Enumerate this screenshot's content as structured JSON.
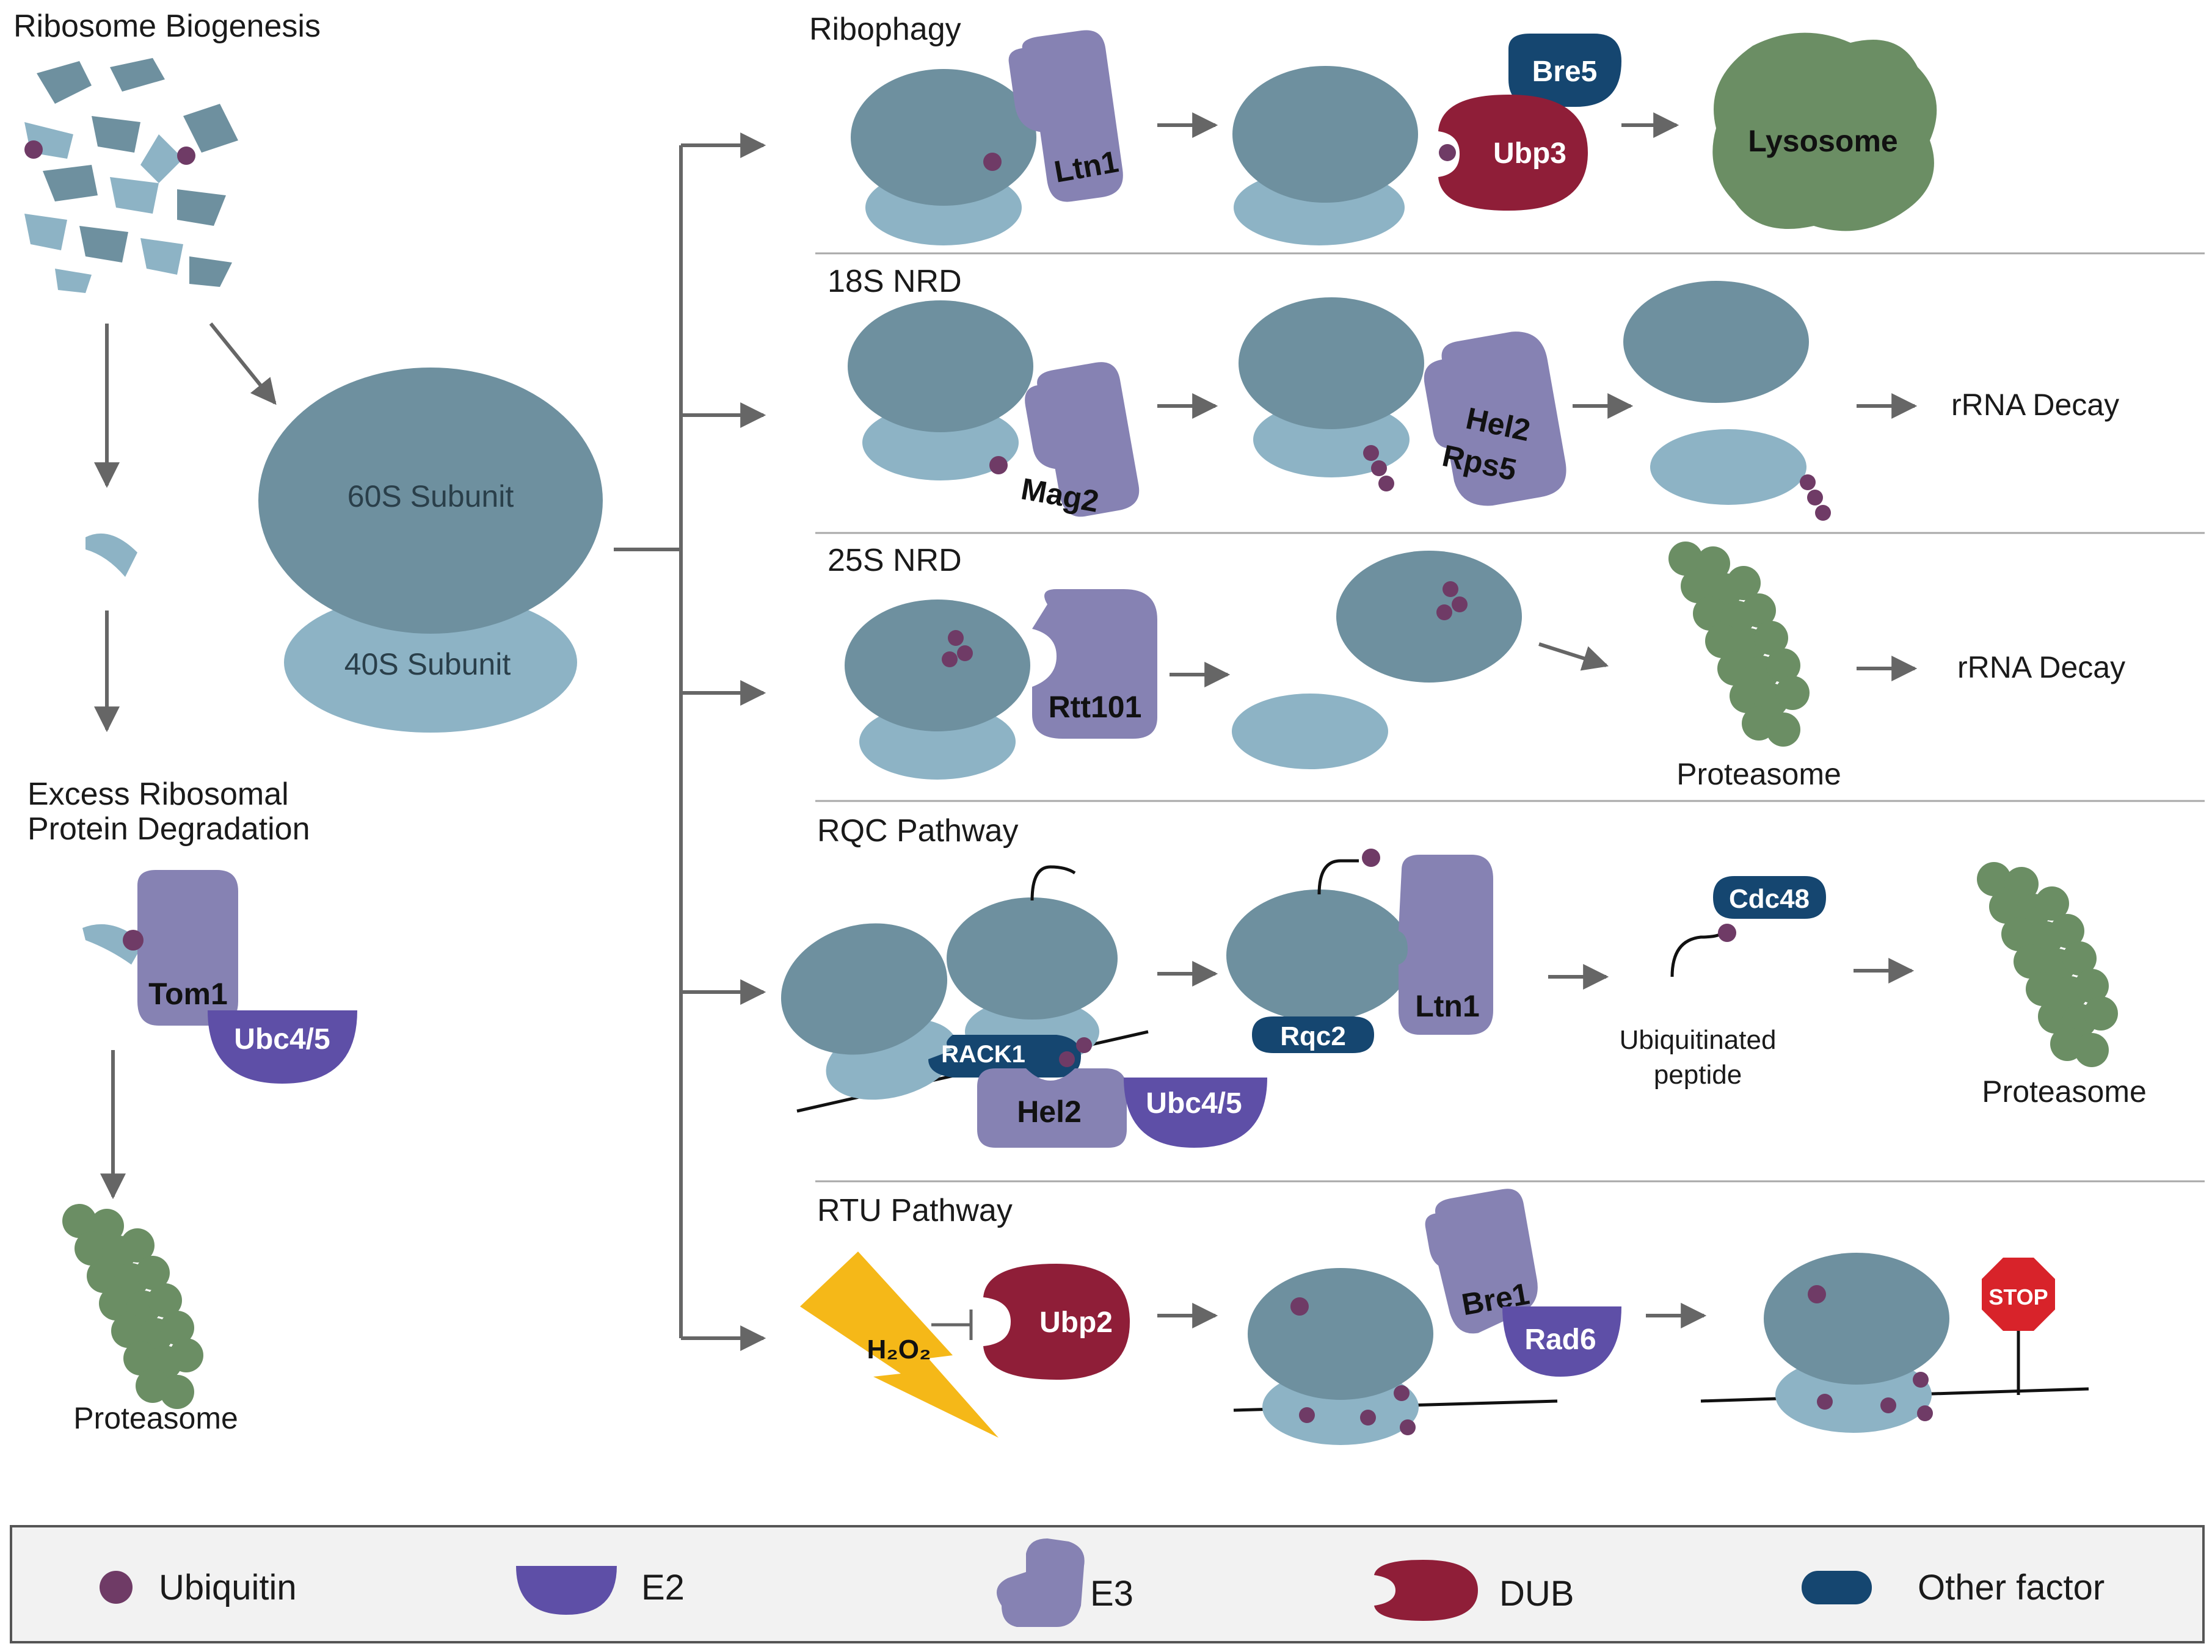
{
  "colors": {
    "large_subunit": "#6e909f",
    "small_subunit": "#8db3c5",
    "e3": "#8682b3",
    "e2": "#5e4fa7",
    "dub": "#8f1e38",
    "other_factor": "#154670",
    "ubiquitin": "#6f3b66",
    "proteasome": "#6b8e64",
    "lysosome": "#6b8e64",
    "arrow": "#666666",
    "oxidant": "#f5b818",
    "stop_sign": "#d8232a"
  },
  "left": {
    "biogenesis_title": "Ribosome Biogenesis",
    "large_subunit_label": "60S Subunit",
    "small_subunit_label": "40S Subunit",
    "excess_title_line1": "Excess Ribosomal",
    "excess_title_line2": "Protein Degradation",
    "tom1": "Tom1",
    "ubc45": "Ubc4/5",
    "proteasome_label": "Proteasome"
  },
  "ribophagy": {
    "title": "Ribophagy",
    "ltn1": "Ltn1",
    "bre5": "Bre5",
    "ubp3": "Ubp3",
    "lysosome": "Lysosome"
  },
  "nrd18s": {
    "title": "18S NRD",
    "mag2": "Mag2",
    "hel2": "Hel2",
    "rps5": "Rps5",
    "outcome": "rRNA Decay"
  },
  "nrd25s": {
    "title": "25S NRD",
    "rtt101": "Rtt101",
    "proteasome_label": "Proteasome",
    "outcome": "rRNA Decay"
  },
  "rqc": {
    "title": "RQC Pathway",
    "rack1": "RACK1",
    "hel2": "Hel2",
    "ubc45": "Ubc4/5",
    "rqc2": "Rqc2",
    "ltn1": "Ltn1",
    "cdc48": "Cdc48",
    "peptide_line1": "Ubiquitinated",
    "peptide_line2": "peptide",
    "proteasome_label": "Proteasome"
  },
  "rtu": {
    "title": "RTU Pathway",
    "h2o2": "H₂O₂",
    "ubp2": "Ubp2",
    "bre1": "Bre1",
    "rad6": "Rad6",
    "stop": "STOP"
  },
  "legend": {
    "ubiquitin": "Ubiquitin",
    "e2": "E2",
    "e3": "E3",
    "dub": "DUB",
    "other": "Other factor"
  }
}
